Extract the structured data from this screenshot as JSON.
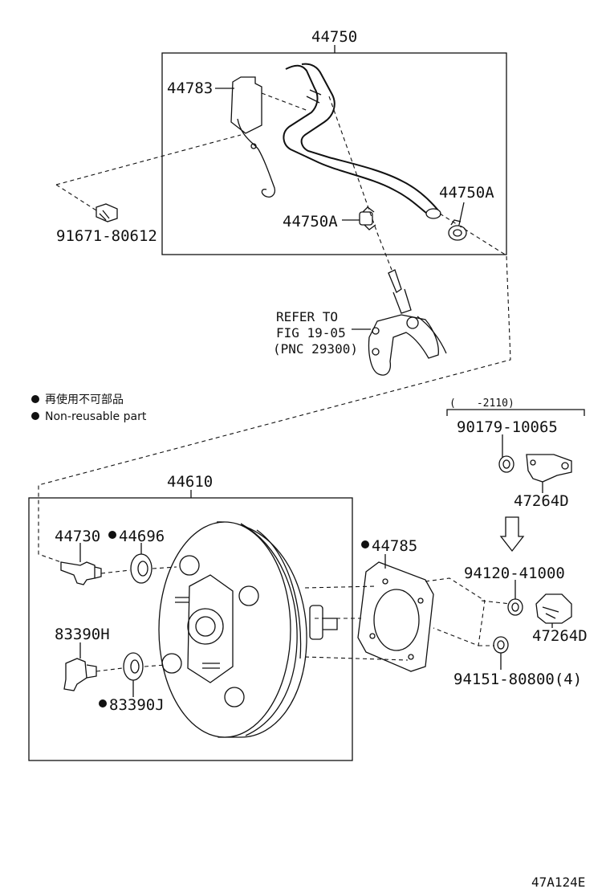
{
  "labels": {
    "hose_assembly": "44750",
    "bracket": "44783",
    "bolt": "91671-80612",
    "clamp_left": "44750A",
    "clamp_right": "44750A",
    "booster": "44610",
    "check_valve": "44730",
    "grommet": "44696",
    "gasket": "44785",
    "sensor": "83390H",
    "sensor_grommet": "83390J",
    "nut_upper": "90179-10065",
    "bracket_upper": "47264D",
    "nut_lower": "94120-41000",
    "bracket_lower": "47264D",
    "nut_mount": "94151-80800(4)"
  },
  "refer": {
    "line1": "REFER TO",
    "line2": "FIG 19-05",
    "line3": "(PNC 29300)"
  },
  "legend": {
    "japanese": "再使用不可部品",
    "english": "Non-reusable part"
  },
  "date_range": "(　　-2110)",
  "figure_code": "47A124E"
}
